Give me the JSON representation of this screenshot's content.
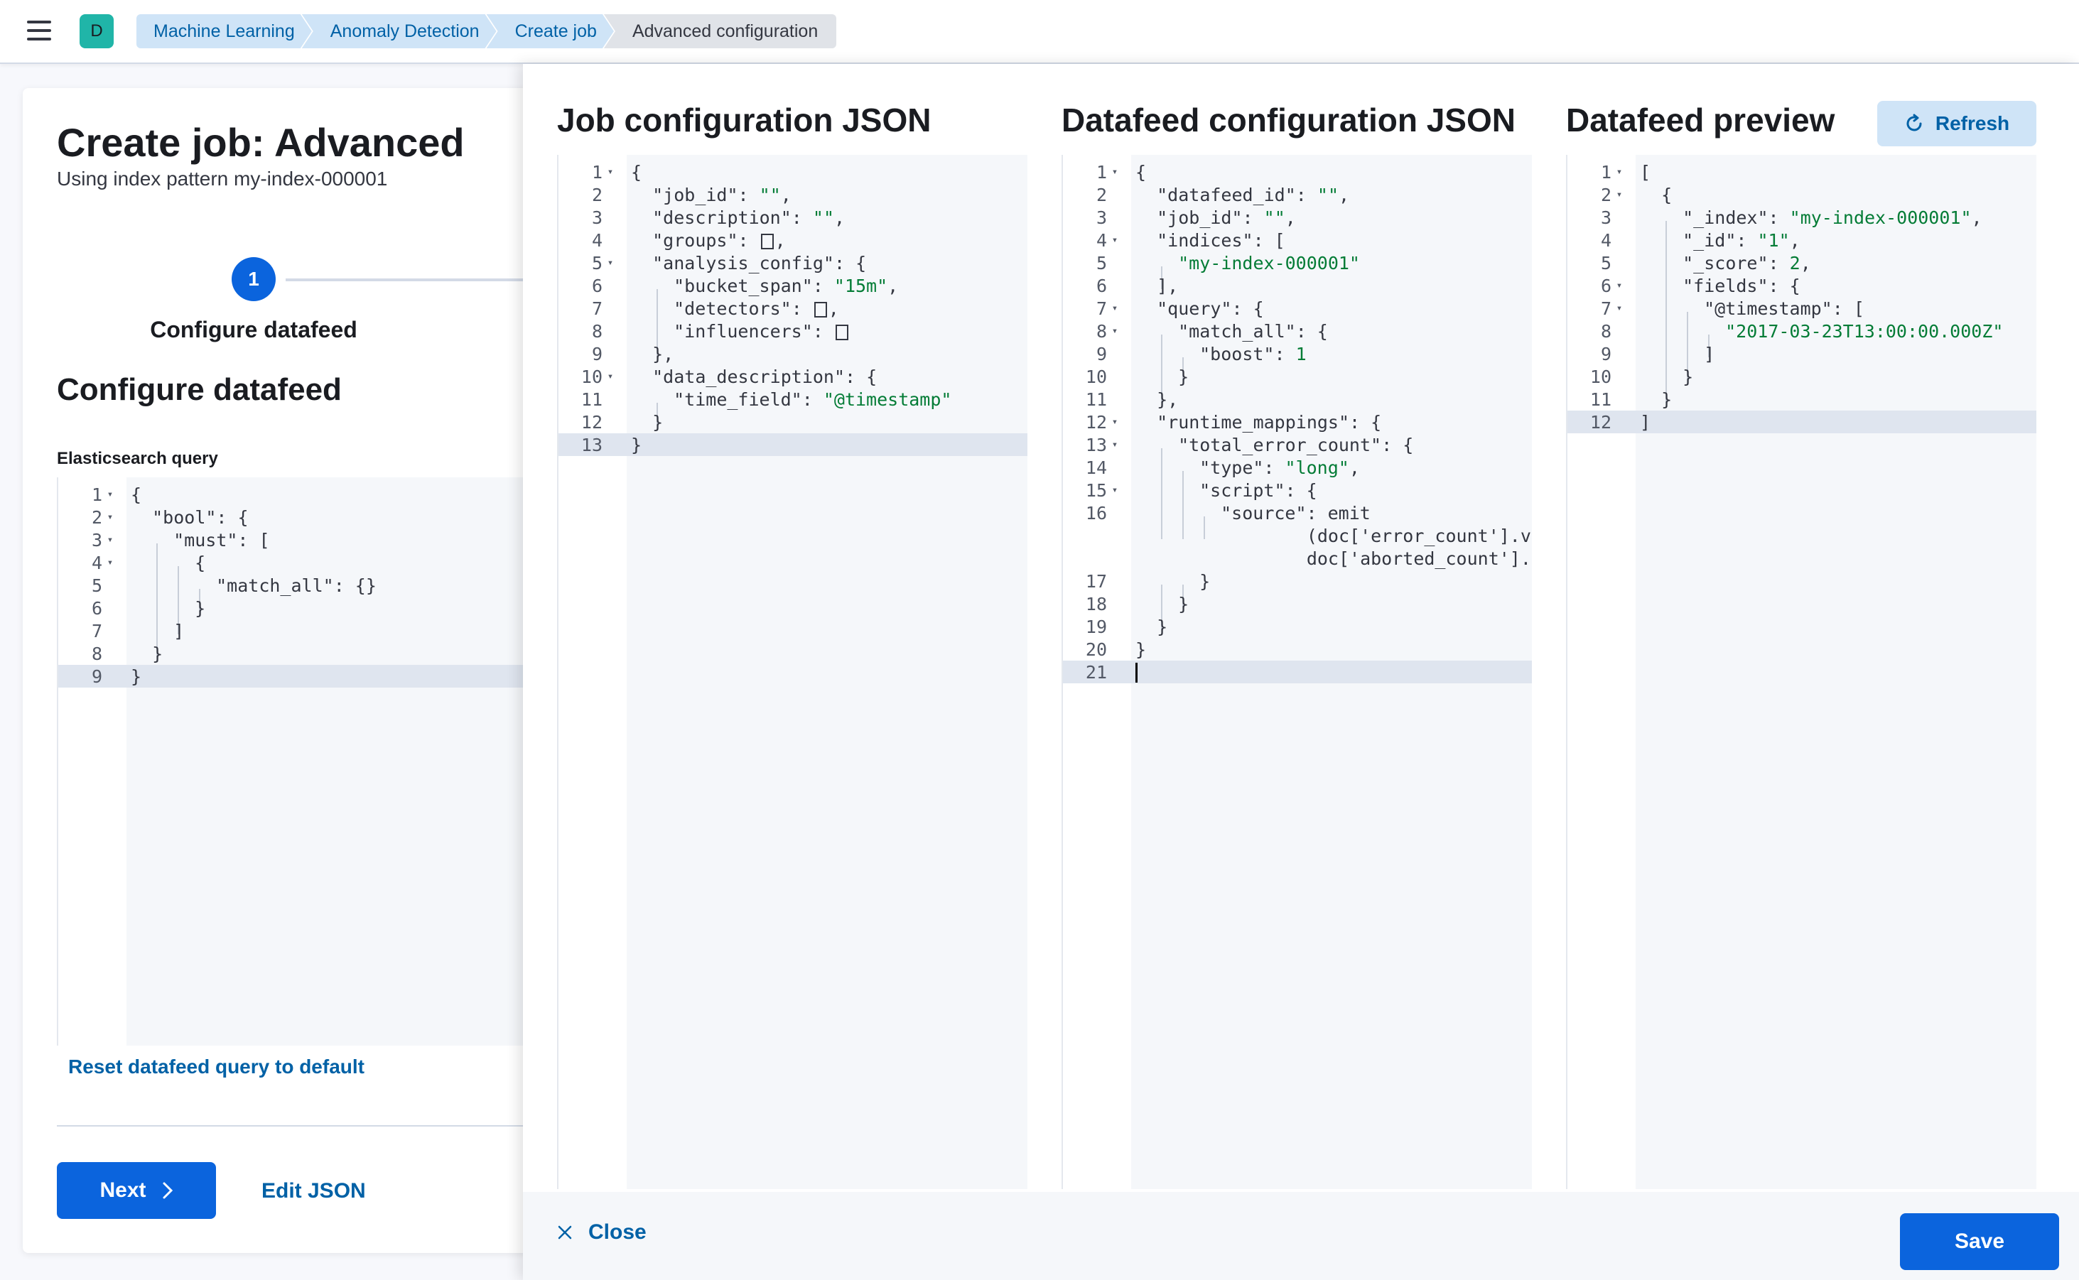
{
  "header": {
    "avatar_letter": "D",
    "breadcrumbs": [
      "Machine Learning",
      "Anomaly Detection",
      "Create job",
      "Advanced configuration"
    ]
  },
  "page": {
    "title": "Create job: Advanced",
    "subtitle": "Using index pattern my-index-000001",
    "step_number": "1",
    "step_title": "Configure datafeed",
    "section_title": "Configure datafeed",
    "query_label": "Elasticsearch query",
    "reset_link": "Reset datafeed query to default",
    "next_button": "Next",
    "edit_json_button": "Edit JSON"
  },
  "flyout": {
    "job_config_title": "Job configuration JSON",
    "datafeed_config_title": "Datafeed configuration JSON",
    "preview_title": "Datafeed preview",
    "refresh_button": "Refresh",
    "close_button": "Close",
    "save_button": "Save"
  },
  "editors": {
    "es_query": [
      {
        "n": "1",
        "fold": true,
        "depth": 0,
        "code": "{"
      },
      {
        "n": "2",
        "fold": true,
        "depth": 0,
        "code": "  \"bool\": {"
      },
      {
        "n": "3",
        "fold": true,
        "depth": 1,
        "code": "\"must\": ["
      },
      {
        "n": "4",
        "fold": true,
        "depth": 2,
        "code": "{"
      },
      {
        "n": "5",
        "fold": false,
        "depth": 3,
        "code": "\"match_all\": {}"
      },
      {
        "n": "6",
        "fold": false,
        "depth": 2,
        "code": "}"
      },
      {
        "n": "7",
        "fold": false,
        "depth": 1,
        "code": "]"
      },
      {
        "n": "8",
        "fold": false,
        "depth": 0,
        "code": "  }"
      },
      {
        "n": "9",
        "fold": false,
        "depth": 0,
        "code": "}",
        "active": true
      }
    ],
    "job_config": [
      {
        "n": "1",
        "fold": true,
        "depth": 0,
        "code": "{"
      },
      {
        "n": "2",
        "fold": false,
        "depth": 0,
        "code": "  \"job_id\": \"\","
      },
      {
        "n": "3",
        "fold": false,
        "depth": 0,
        "code": "  \"description\": \"\","
      },
      {
        "n": "4",
        "fold": false,
        "depth": 0,
        "code": "  \"groups\": [],"
      },
      {
        "n": "5",
        "fold": true,
        "depth": 0,
        "code": "  \"analysis_config\": {"
      },
      {
        "n": "6",
        "fold": false,
        "depth": 1,
        "code": "\"bucket_span\": \"15m\","
      },
      {
        "n": "7",
        "fold": false,
        "depth": 1,
        "code": "\"detectors\": [],"
      },
      {
        "n": "8",
        "fold": false,
        "depth": 1,
        "code": "\"influencers\": []"
      },
      {
        "n": "9",
        "fold": false,
        "depth": 0,
        "code": "  },"
      },
      {
        "n": "10",
        "fold": true,
        "depth": 0,
        "code": "  \"data_description\": {"
      },
      {
        "n": "11",
        "fold": false,
        "depth": 1,
        "code": "\"time_field\": \"@timestamp\""
      },
      {
        "n": "12",
        "fold": false,
        "depth": 0,
        "code": "  }"
      },
      {
        "n": "13",
        "fold": false,
        "depth": 0,
        "code": "}",
        "active": true
      }
    ],
    "datafeed_config": [
      {
        "n": "1",
        "fold": true,
        "depth": 0,
        "code": "{"
      },
      {
        "n": "2",
        "fold": false,
        "depth": 0,
        "code": "  \"datafeed_id\": \"\","
      },
      {
        "n": "3",
        "fold": false,
        "depth": 0,
        "code": "  \"job_id\": \"\","
      },
      {
        "n": "4",
        "fold": true,
        "depth": 0,
        "code": "  \"indices\": ["
      },
      {
        "n": "5",
        "fold": false,
        "depth": 1,
        "code": "\"my-index-000001\""
      },
      {
        "n": "6",
        "fold": false,
        "depth": 0,
        "code": "  ],"
      },
      {
        "n": "7",
        "fold": true,
        "depth": 0,
        "code": "  \"query\": {"
      },
      {
        "n": "8",
        "fold": true,
        "depth": 1,
        "code": "\"match_all\": {"
      },
      {
        "n": "9",
        "fold": false,
        "depth": 2,
        "code": "\"boost\": 1"
      },
      {
        "n": "10",
        "fold": false,
        "depth": 1,
        "code": "}"
      },
      {
        "n": "11",
        "fold": false,
        "depth": 0,
        "code": "  },"
      },
      {
        "n": "12",
        "fold": true,
        "depth": 0,
        "code": "  \"runtime_mappings\": {"
      },
      {
        "n": "13",
        "fold": true,
        "depth": 1,
        "code": "\"total_error_count\": {"
      },
      {
        "n": "14",
        "fold": false,
        "depth": 2,
        "code": "\"type\": \"long\","
      },
      {
        "n": "15",
        "fold": true,
        "depth": 2,
        "code": "\"script\": {"
      },
      {
        "n": "16",
        "fold": false,
        "depth": 3,
        "code": "\"source\": \"emit"
      },
      {
        "n": "",
        "fold": false,
        "depth": 0,
        "code": "                (doc['error_count'].value +"
      },
      {
        "n": "",
        "fold": false,
        "depth": 0,
        "code": "                doc['aborted_count'].value)\""
      },
      {
        "n": "17",
        "fold": false,
        "depth": 2,
        "code": "}"
      },
      {
        "n": "18",
        "fold": false,
        "depth": 1,
        "code": "}"
      },
      {
        "n": "19",
        "fold": false,
        "depth": 0,
        "code": "  }"
      },
      {
        "n": "20",
        "fold": false,
        "depth": 0,
        "code": "}"
      },
      {
        "n": "21",
        "fold": false,
        "depth": 0,
        "code": "",
        "active": true,
        "cursor": true
      }
    ],
    "preview": [
      {
        "n": "1",
        "fold": true,
        "depth": 0,
        "code": "["
      },
      {
        "n": "2",
        "fold": true,
        "depth": 0,
        "code": "  {"
      },
      {
        "n": "3",
        "fold": false,
        "depth": 1,
        "code": "\"_index\": \"my-index-000001\","
      },
      {
        "n": "4",
        "fold": false,
        "depth": 1,
        "code": "\"_id\": \"1\","
      },
      {
        "n": "5",
        "fold": false,
        "depth": 1,
        "code": "\"_score\": 2,"
      },
      {
        "n": "6",
        "fold": true,
        "depth": 1,
        "code": "\"fields\": {"
      },
      {
        "n": "7",
        "fold": true,
        "depth": 2,
        "code": "\"@timestamp\": ["
      },
      {
        "n": "8",
        "fold": false,
        "depth": 3,
        "code": "\"2017-03-23T13:00:00.000Z\""
      },
      {
        "n": "9",
        "fold": false,
        "depth": 2,
        "code": "]"
      },
      {
        "n": "10",
        "fold": false,
        "depth": 1,
        "code": "}"
      },
      {
        "n": "11",
        "fold": false,
        "depth": 0,
        "code": "  }"
      },
      {
        "n": "12",
        "fold": false,
        "depth": 0,
        "code": "]",
        "active": true
      }
    ]
  }
}
